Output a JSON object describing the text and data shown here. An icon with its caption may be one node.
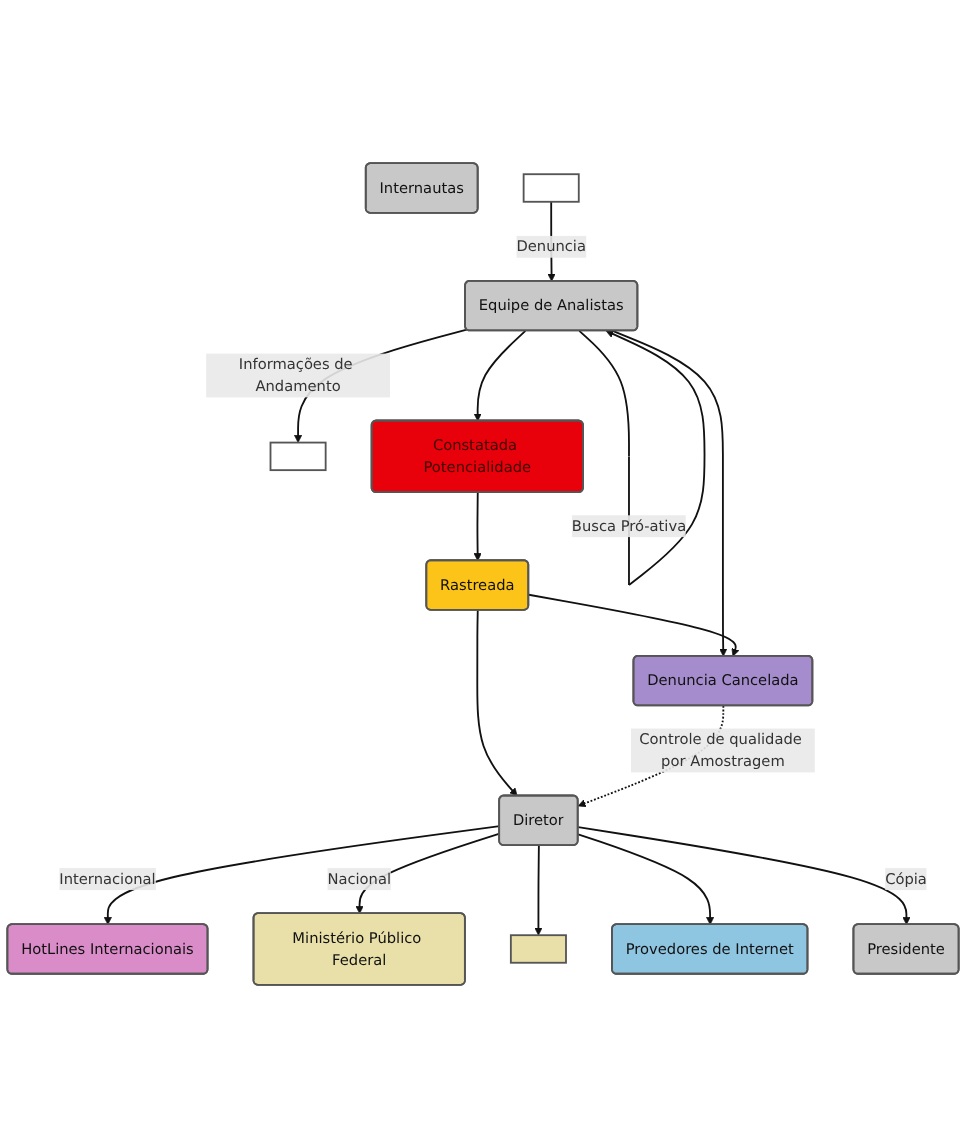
{
  "diagram": {
    "nodes": [
      {
        "text": [
          "Internautas"
        ]
      },
      {
        "text": [],
        "shape": "box"
      },
      {
        "text": [],
        "shape": "box"
      },
      {
        "text": [
          "Equipe de Analistas"
        ]
      },
      {
        "text": [
          "Constatada Potencialidade"
        ]
      },
      {
        "text": [
          "Denuncia Cancelada"
        ]
      },
      {
        "text": [
          "Rastreada"
        ]
      },
      {
        "text": [
          "Diretor"
        ]
      },
      {
        "text": [
          "HotLines Internacionais"
        ]
      },
      {
        "text": [
          "Ministério Público Federal"
        ]
      },
      {
        "text": [],
        "shape": "box"
      },
      {
        "text": [
          "Provedores de Internet"
        ]
      },
      {
        "text": [
          "Presidente"
        ]
      }
    ],
    "edges": [
      {
        "from": 3,
        "to": 1,
        "arrow": "to",
        "label": "Informações de Andamento"
      },
      {
        "from": 2,
        "to": 3,
        "arrow": "to",
        "label": "Denuncia"
      },
      {
        "from": 3,
        "to": 3,
        "arrow": "to",
        "label": "Busca Pró-ativa"
      },
      {
        "from": 3,
        "to": 4,
        "arrow": "to"
      },
      {
        "from": 3,
        "to": 5,
        "arrow": "to"
      },
      {
        "from": 4,
        "to": 6,
        "arrow": "to"
      },
      {
        "from": 6,
        "to": 5,
        "arrow": "to"
      },
      {
        "from": 6,
        "to": 7,
        "arrow": "to"
      },
      {
        "from": 5,
        "to": 7,
        "arrow": "to",
        "style": "dashed",
        "label": "Controle de qualidade por Amostragem"
      },
      {
        "from": 7,
        "to": 8,
        "arrow": "to",
        "label": "Internacional"
      },
      {
        "from": 7,
        "to": 9,
        "arrow": "to",
        "label": "Nacional"
      },
      {
        "from": 7,
        "to": 10,
        "arrow": "to"
      },
      {
        "from": 7,
        "to": 11,
        "arrow": "to"
      },
      {
        "from": 7,
        "to": 12,
        "arrow": "to",
        "label": "Cópia"
      }
    ]
  }
}
